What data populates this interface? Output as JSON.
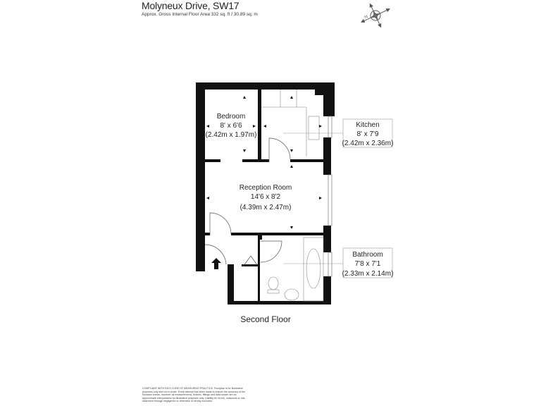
{
  "header": {
    "title": "Molyneux Drive, SW17",
    "subtitle": "Approx. Gross Internal Floor Area 332 sq. ft / 30.89 sq. m"
  },
  "compass": {
    "icon": "compass-rose-icon",
    "north_label": "N"
  },
  "rooms": [
    {
      "name": "Bedroom",
      "imperial": "8' x 6'6",
      "metric": "(2.42m x 1.97m)"
    },
    {
      "name": "Kitchen",
      "imperial": "8' x 7'9",
      "metric": "(2.42m x 2.36m)"
    },
    {
      "name": "Reception Room",
      "imperial": "14'6 x 8'2",
      "metric": "(4.39m x 2.47m)"
    },
    {
      "name": "Bathroom",
      "imperial": "7'8 x 7'1",
      "metric": "(2.33m x 2.14m)"
    }
  ],
  "floor_label": "Second Floor",
  "entrance_icon": "entrance-arrow-icon",
  "disclaimer": "COMPLIANT WITH RICS CODE OF MEASURING PRACTICE. Floorplan is for illustrative purposes only and not to scale. Every attempt has been made to ensure the accuracy of the floorplan shown, however all measurements, fixtures, fittings and data shown are an approximate interpretation for illustrative purposes only. Liability for errors, omissions or mis-statement through negligence or otherwise is hereby excluded."
}
